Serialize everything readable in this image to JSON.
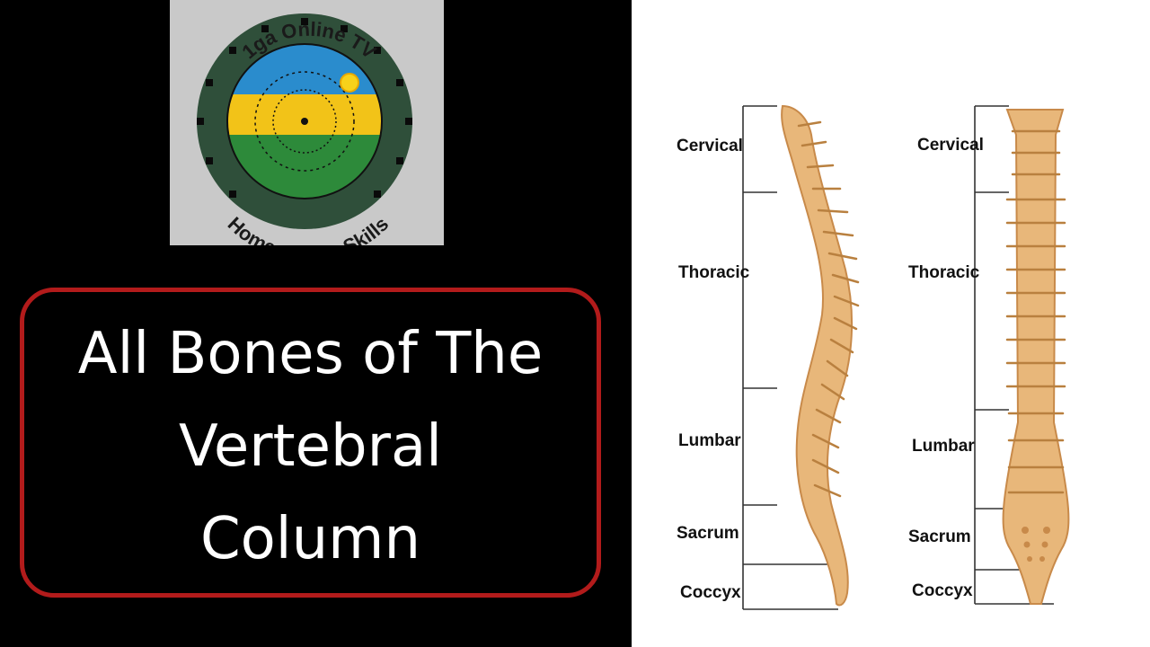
{
  "logo": {
    "top_text": "1ga Online TV",
    "bottom_text": "Home of New Skills"
  },
  "title": {
    "line1": "All Bones of The",
    "line2": "Vertebral",
    "line3": "Column"
  },
  "diagram": {
    "lateral_labels": [
      "Cervical",
      "Thoracic",
      "Lumbar",
      "Sacrum",
      "Coccyx"
    ],
    "anterior_labels": [
      "Cervical",
      "Thoracic",
      "Lumbar",
      "Sacrum",
      "Coccyx"
    ]
  },
  "colors": {
    "box_border": "#b21b1b",
    "bone": "#e8b77a",
    "bone_dark": "#c88a4a"
  }
}
